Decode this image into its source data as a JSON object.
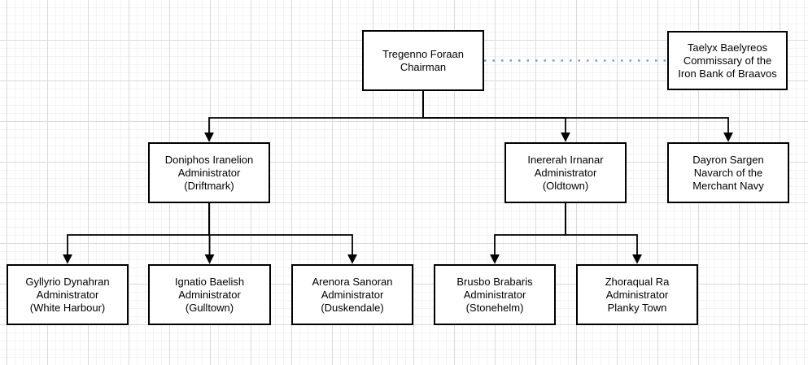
{
  "diagram": {
    "type": "org-chart",
    "nodes": [
      {
        "id": "chairman",
        "lines": [
          "Tregenno Foraan",
          "Chairman"
        ]
      },
      {
        "id": "commissary",
        "lines": [
          "Taelyx Baelyreos",
          "Commissary of the",
          "Iron Bank of Braavos"
        ]
      },
      {
        "id": "admin-driftmark",
        "lines": [
          "Doniphos Iranelion",
          "Administrator",
          "(Driftmark)"
        ]
      },
      {
        "id": "admin-oldtown",
        "lines": [
          "Inererah Irnanar",
          "Administrator",
          "(Oldtown)"
        ]
      },
      {
        "id": "navarch",
        "lines": [
          "Dayron Sargen",
          "Navarch of the",
          "Merchant Navy"
        ]
      },
      {
        "id": "admin-white-harbour",
        "lines": [
          "Gyllyrio Dynahran",
          "Administrator",
          "(White Harbour)"
        ]
      },
      {
        "id": "admin-gulltown",
        "lines": [
          "Ignatio Baelish",
          "Administrator",
          "(Gulltown)"
        ]
      },
      {
        "id": "admin-duskendale",
        "lines": [
          "Arenora Sanoran",
          "Administrator",
          "(Duskendale)"
        ]
      },
      {
        "id": "admin-stonehelm",
        "lines": [
          "Brusbo Brabaris",
          "Administrator",
          "(Stonehelm)"
        ]
      },
      {
        "id": "admin-planky-town",
        "lines": [
          "Zhoraqual Ra",
          "Administrator",
          "Planky Town"
        ]
      }
    ],
    "edges": [
      {
        "from": "chairman",
        "to": "commissary",
        "style": "dotted",
        "arrow": false
      },
      {
        "from": "chairman",
        "to": "admin-driftmark",
        "style": "solid",
        "arrow": true
      },
      {
        "from": "chairman",
        "to": "admin-oldtown",
        "style": "solid",
        "arrow": true
      },
      {
        "from": "chairman",
        "to": "navarch",
        "style": "solid",
        "arrow": true
      },
      {
        "from": "admin-driftmark",
        "to": "admin-white-harbour",
        "style": "solid",
        "arrow": true
      },
      {
        "from": "admin-driftmark",
        "to": "admin-gulltown",
        "style": "solid",
        "arrow": true
      },
      {
        "from": "admin-driftmark",
        "to": "admin-duskendale",
        "style": "solid",
        "arrow": true
      },
      {
        "from": "admin-oldtown",
        "to": "admin-stonehelm",
        "style": "solid",
        "arrow": true
      },
      {
        "from": "admin-oldtown",
        "to": "admin-planky-town",
        "style": "solid",
        "arrow": true
      }
    ],
    "colors": {
      "node_fill": "#ffffff",
      "node_border": "#000000",
      "text": "#000000",
      "edge": "#000000",
      "dotted_edge": "#7e9cce",
      "background": "#ffffff",
      "grid_minor": "#f3f3f3",
      "grid_major": "#dadada"
    }
  }
}
